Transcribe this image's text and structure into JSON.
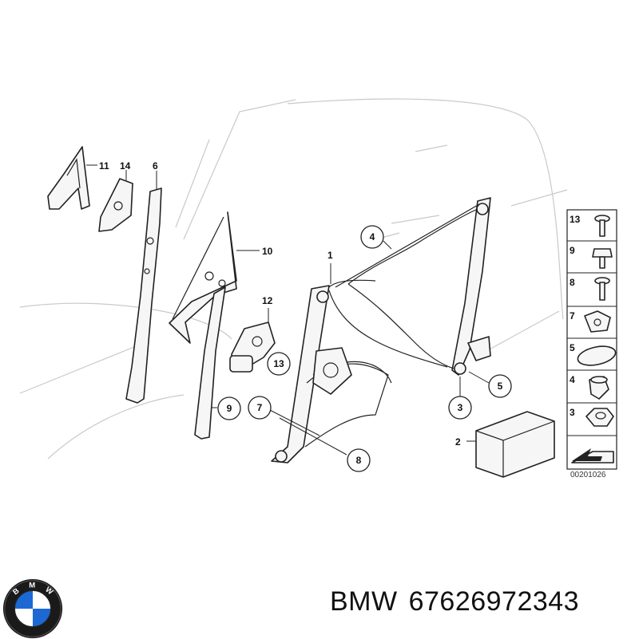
{
  "diagram": {
    "code": "00201026",
    "callouts": {
      "c1": "1",
      "c2": "2",
      "c3": "3",
      "c4": "4",
      "c5": "5",
      "c6": "6",
      "c7": "7",
      "c8": "8",
      "c9": "9",
      "c10": "10",
      "c11": "11",
      "c12": "12",
      "c13": "13",
      "c14": "14"
    },
    "legend": [
      {
        "num": "13",
        "icon": "torx-bolt-icon"
      },
      {
        "num": "9",
        "icon": "hex-screw-icon"
      },
      {
        "num": "8",
        "icon": "flange-bolt-icon"
      },
      {
        "num": "7",
        "icon": "clip-nut-icon"
      },
      {
        "num": "5",
        "icon": "oval-plug-icon"
      },
      {
        "num": "4",
        "icon": "expanding-rivet-icon"
      },
      {
        "num": "3",
        "icon": "hex-nut-icon"
      }
    ]
  },
  "caption": {
    "brand": "BMW",
    "part_number": "67626972343"
  },
  "logo": {
    "letters": [
      "B",
      "M",
      "W"
    ],
    "colors": {
      "ring": "#1a1a1a",
      "blue": "#1c69d4",
      "white": "#ffffff"
    }
  }
}
